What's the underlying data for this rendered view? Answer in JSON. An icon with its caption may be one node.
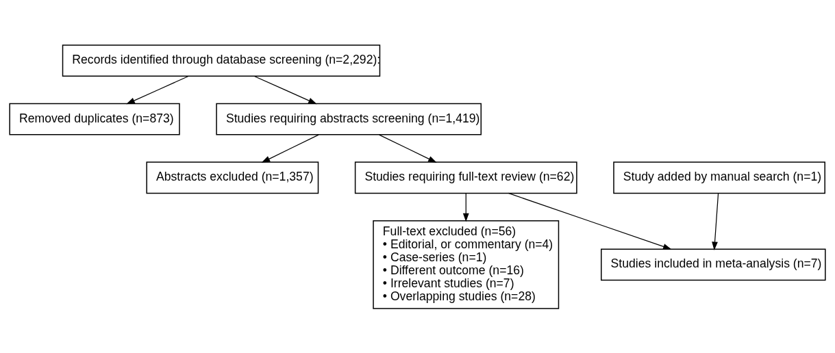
{
  "diagram": {
    "nodes": [
      {
        "text": [
          "Records identified through database screening (n=2,292):"
        ]
      },
      {
        "text": [
          "Removed duplicates (n=873)"
        ]
      },
      {
        "text": [
          "Studies requiring abstracts screening (n=1,419)"
        ]
      },
      {
        "text": [
          "Abstracts excluded (n=1,357)"
        ]
      },
      {
        "text": [
          "Studies requiring full-text review (n=62)"
        ]
      },
      {
        "text": [
          "Full-text excluded (n=56)",
          "• Editorial, or commentary (n=4)",
          "• Case-series (n=1)",
          "• Different outcome (n=16)",
          "• Irrelevant studies (n=7)",
          "• Overlapping studies (n=28)"
        ]
      },
      {
        "text": [
          "Study added by manual search (n=1)"
        ]
      },
      {
        "text": [
          "Studies included in meta-analysis (n=7)"
        ]
      }
    ],
    "edges": [
      {
        "from": 0,
        "to": 2,
        "arrow": "to"
      },
      {
        "from": 0,
        "to": 1,
        "arrow": "to"
      },
      {
        "from": 2,
        "to": 4,
        "arrow": "to"
      },
      {
        "from": 2,
        "to": 3,
        "arrow": "to"
      },
      {
        "from": 4,
        "to": 7,
        "arrow": "to"
      },
      {
        "from": 4,
        "to": 5,
        "arrow": "to"
      },
      {
        "from": 6,
        "to": 7,
        "arrow": "to"
      }
    ]
  }
}
